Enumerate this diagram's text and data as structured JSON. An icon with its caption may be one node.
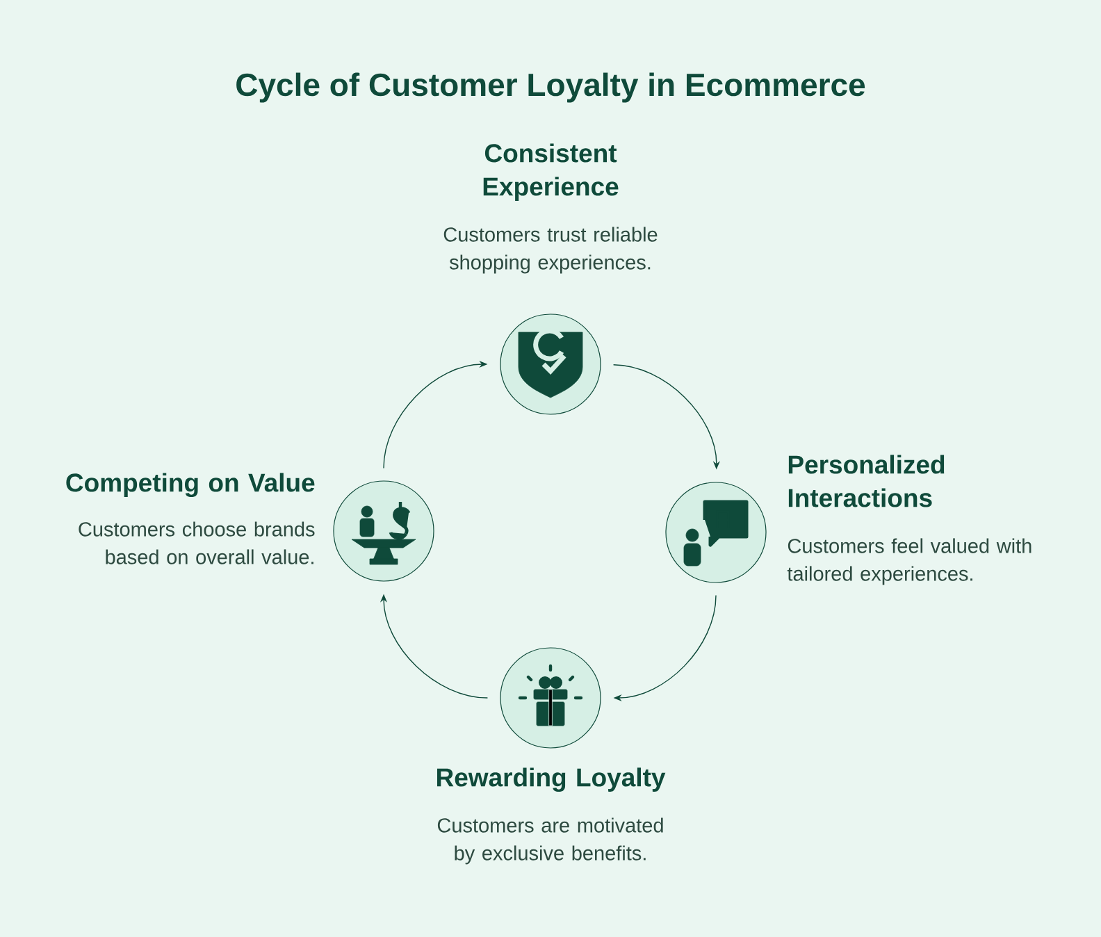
{
  "diagram": {
    "title": "Cycle of Customer Loyalty in Ecommerce",
    "nodes": [
      {
        "text": [
          "Consistent Experience",
          "Customers trust reliable shopping experiences."
        ]
      },
      {
        "text": [
          "Personalized Interactions",
          "Customers feel valued with tailored experiences."
        ]
      },
      {
        "text": [
          "Rewarding Loyalty",
          "Customers are motivated by exclusive benefits."
        ]
      },
      {
        "text": [
          "Competing on Value",
          "Customers choose brands based on overall value."
        ]
      }
    ],
    "edges": [
      {
        "from": 0,
        "to": 1,
        "arrow": "to"
      },
      {
        "from": 1,
        "to": 2,
        "arrow": "to"
      },
      {
        "from": 2,
        "to": 3,
        "arrow": "to"
      },
      {
        "from": 3,
        "to": 0,
        "arrow": "to"
      }
    ]
  }
}
